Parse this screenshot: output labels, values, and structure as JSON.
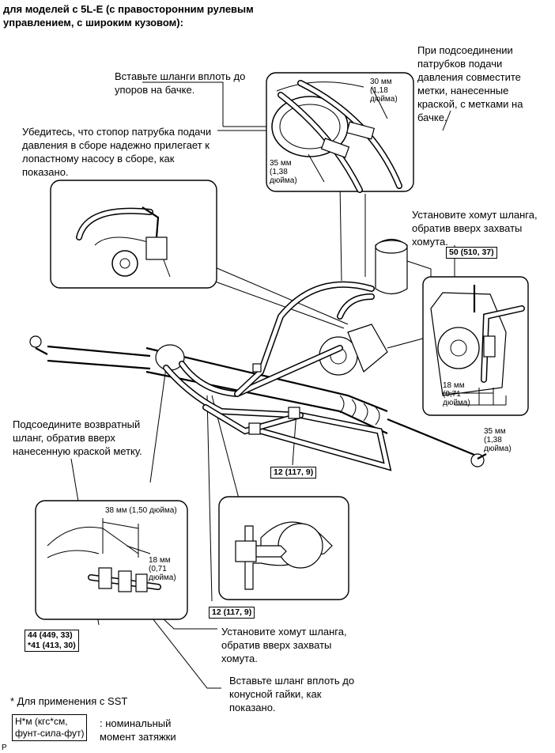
{
  "header": "для моделей с 5L-E (с правосторонним рулевым\nуправлением, с широким кузовом):",
  "callouts": {
    "insert_hoses": "Вставьте шланги вплоть до\nупоров на бачке.",
    "align_marks": "При подсоединении\nпатрубков подачи\nдавления совместите\nметки, нанесенные\nкраской, с метками на\nбачке.",
    "check_stopper": "Убедитесь, что стопор патрубка подачи\nдавления в сборе надежно прилегает к\nлопастному насосу в сборе, как\nпоказано.",
    "install_clamp_top": "Установите хомут шланга,\nобратив вверх захваты\nхомута.",
    "connect_return": "Подсоедините возвратный\nшланг, обратив вверх\nнанесенную краской метку.",
    "install_clamp_bottom": "Установите хомут шланга,\nобратив вверх захваты\nхомута.",
    "insert_hose_nut": "Вставьте шланг вплоть до\nконусной гайки, как\nпоказано."
  },
  "dimensions": {
    "d30": "30 мм\n(1,18\nдюйма)",
    "d35_top": "35 мм\n(1,38\nдюйма)",
    "d18_right": "18 мм\n(0,71\nдюйма)",
    "d35_right": "35 мм\n(1,38\nдюйма)",
    "d38": "38 мм (1,50 дюйма)",
    "d18_bottom": "18 мм\n(0,71\nдюйма)"
  },
  "torque": {
    "t50": "50 (510, 37)",
    "t12a": "12 (117, 9)",
    "t12b": "12 (117, 9)",
    "t44": "44 (449, 33)\n*41 (413, 30)"
  },
  "footnote": "* Для применения с SST",
  "legend": {
    "key": "Н*м (кгс*см,\nфунт-сила-фут)",
    "desc": ": номинальный\nмомент затяжки"
  },
  "corner_mark": "P"
}
